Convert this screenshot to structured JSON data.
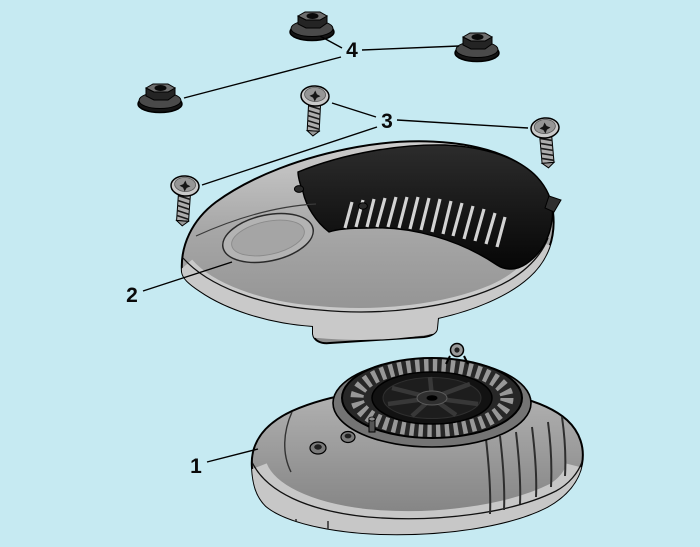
{
  "diagram": {
    "type": "exploded-parts-diagram",
    "background_color": "#c6eaf2",
    "line_color": "#000000",
    "callouts": [
      {
        "label": "1",
        "part": "lower-housing-flywheel-assembly"
      },
      {
        "label": "2",
        "part": "top-cover-shroud"
      },
      {
        "label": "3",
        "part": "pan-head-screws"
      },
      {
        "label": "4",
        "part": "flange-nuts"
      }
    ]
  }
}
